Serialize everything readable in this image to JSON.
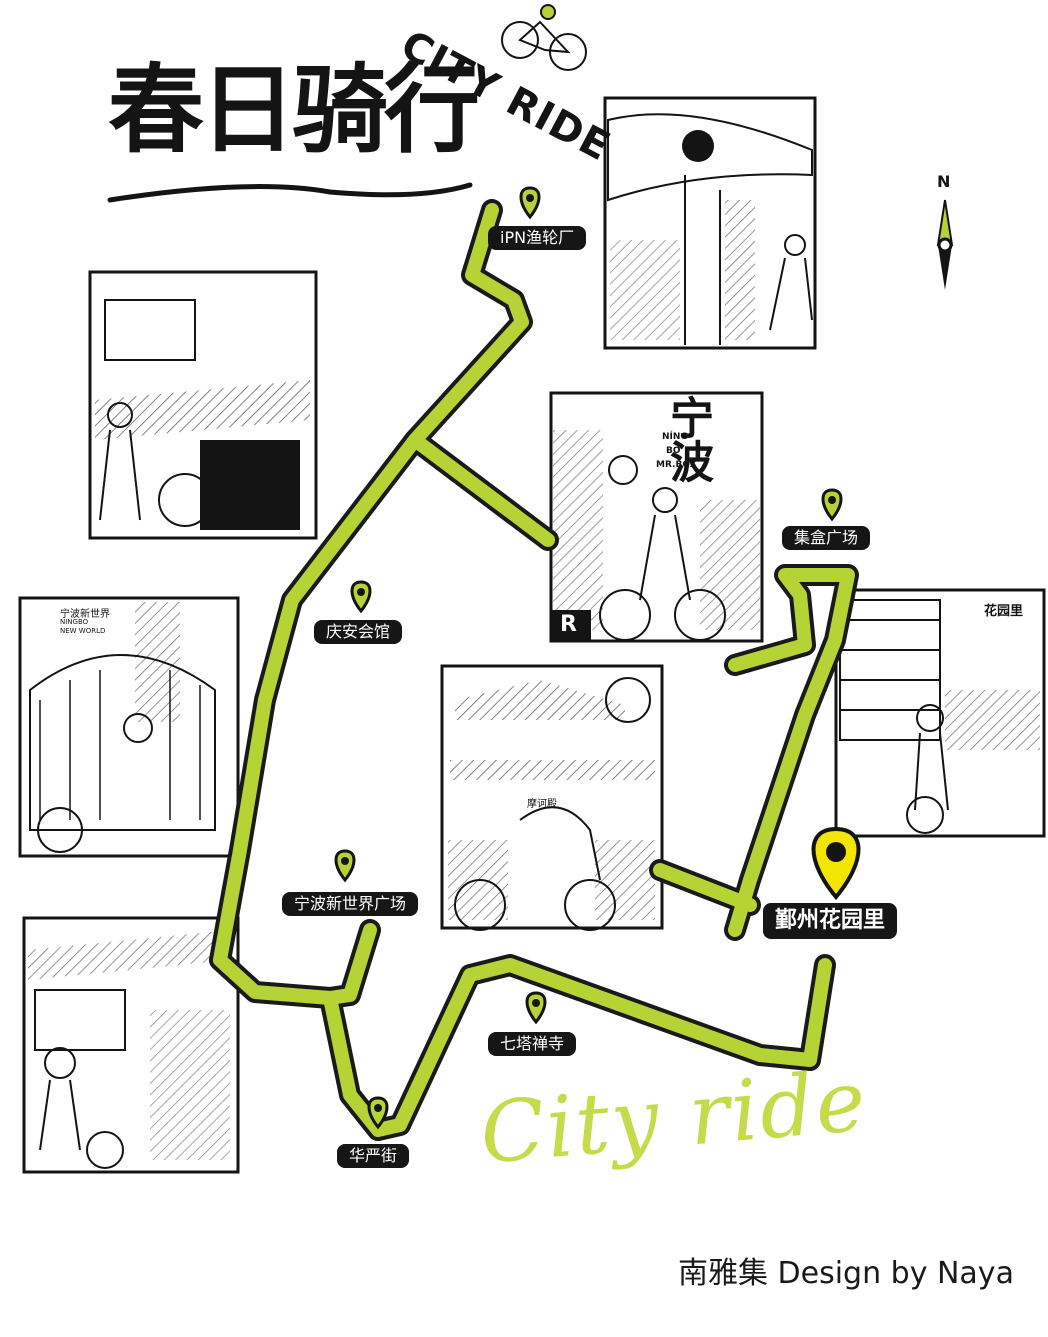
{
  "title": {
    "chinese": "春日骑行",
    "english": "CITY RIDE"
  },
  "compass": {
    "north_label": "N",
    "icon": "compass-needle-icon"
  },
  "stops": [
    {
      "id": "ipn",
      "name": "iPN渔轮厂"
    },
    {
      "id": "jihe",
      "name": "集盒广场"
    },
    {
      "id": "qingan",
      "name": "庆安会馆"
    },
    {
      "id": "xinshijie",
      "name": "宁波新世界广场"
    },
    {
      "id": "yinzhou",
      "name": "鄞州花园里"
    },
    {
      "id": "qita",
      "name": "七塔禅寺"
    },
    {
      "id": "huayan",
      "name": "华严街"
    }
  ],
  "panels": {
    "ningbo_sign": "宁波",
    "ningbo_pinyin_1": "NÍNG",
    "ningbo_pinyin_2": "BŌ",
    "ningbo_mrbox": "MR.BOX",
    "mrbox_bottom": "R",
    "xinshijie_logo_cn": "宁波新世界",
    "xinshijie_logo_en_1": "NINGBO",
    "xinshijie_logo_en_2": "NEW WORLD",
    "huayuanli_logo": "花园里",
    "temple_plaque": "摩诃殿"
  },
  "script_text": "City ride",
  "credit": "南雅集 Design by Naya",
  "colors": {
    "route": "#b5d334",
    "route_outline": "#1a1a1a",
    "pin": "#b5d334",
    "destination_pin": "#f2e600",
    "ink": "#141414",
    "label_bg": "#161616",
    "label_text": "#ffffff"
  }
}
